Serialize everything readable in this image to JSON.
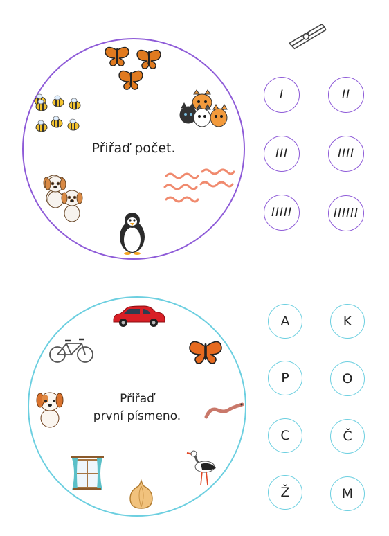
{
  "activity1": {
    "instruction": "Přiřaď počet.",
    "ring_color": "#8e5bd8",
    "picture_icons": [
      "butterfly-icon",
      "bee-icon",
      "kitten-icon",
      "puppy-icon",
      "worm-icon",
      "penguin-icon"
    ],
    "options": [
      "I",
      "II",
      "III",
      "IIII",
      "IIIII",
      "IIIIII"
    ]
  },
  "activity2": {
    "instruction_line1": "Přiřaď",
    "instruction_line2": "první písmeno.",
    "ring_color": "#6ccfe0",
    "picture_icons": [
      "car-icon",
      "bicycle-icon",
      "butterfly-icon",
      "dog-icon",
      "worm-icon",
      "window-icon",
      "onion-icon",
      "stork-icon"
    ],
    "options": [
      "A",
      "K",
      "P",
      "O",
      "C",
      "Č",
      "Ž",
      "M"
    ]
  },
  "decoration": {
    "clothespin_icon": "clothespin-icon"
  }
}
